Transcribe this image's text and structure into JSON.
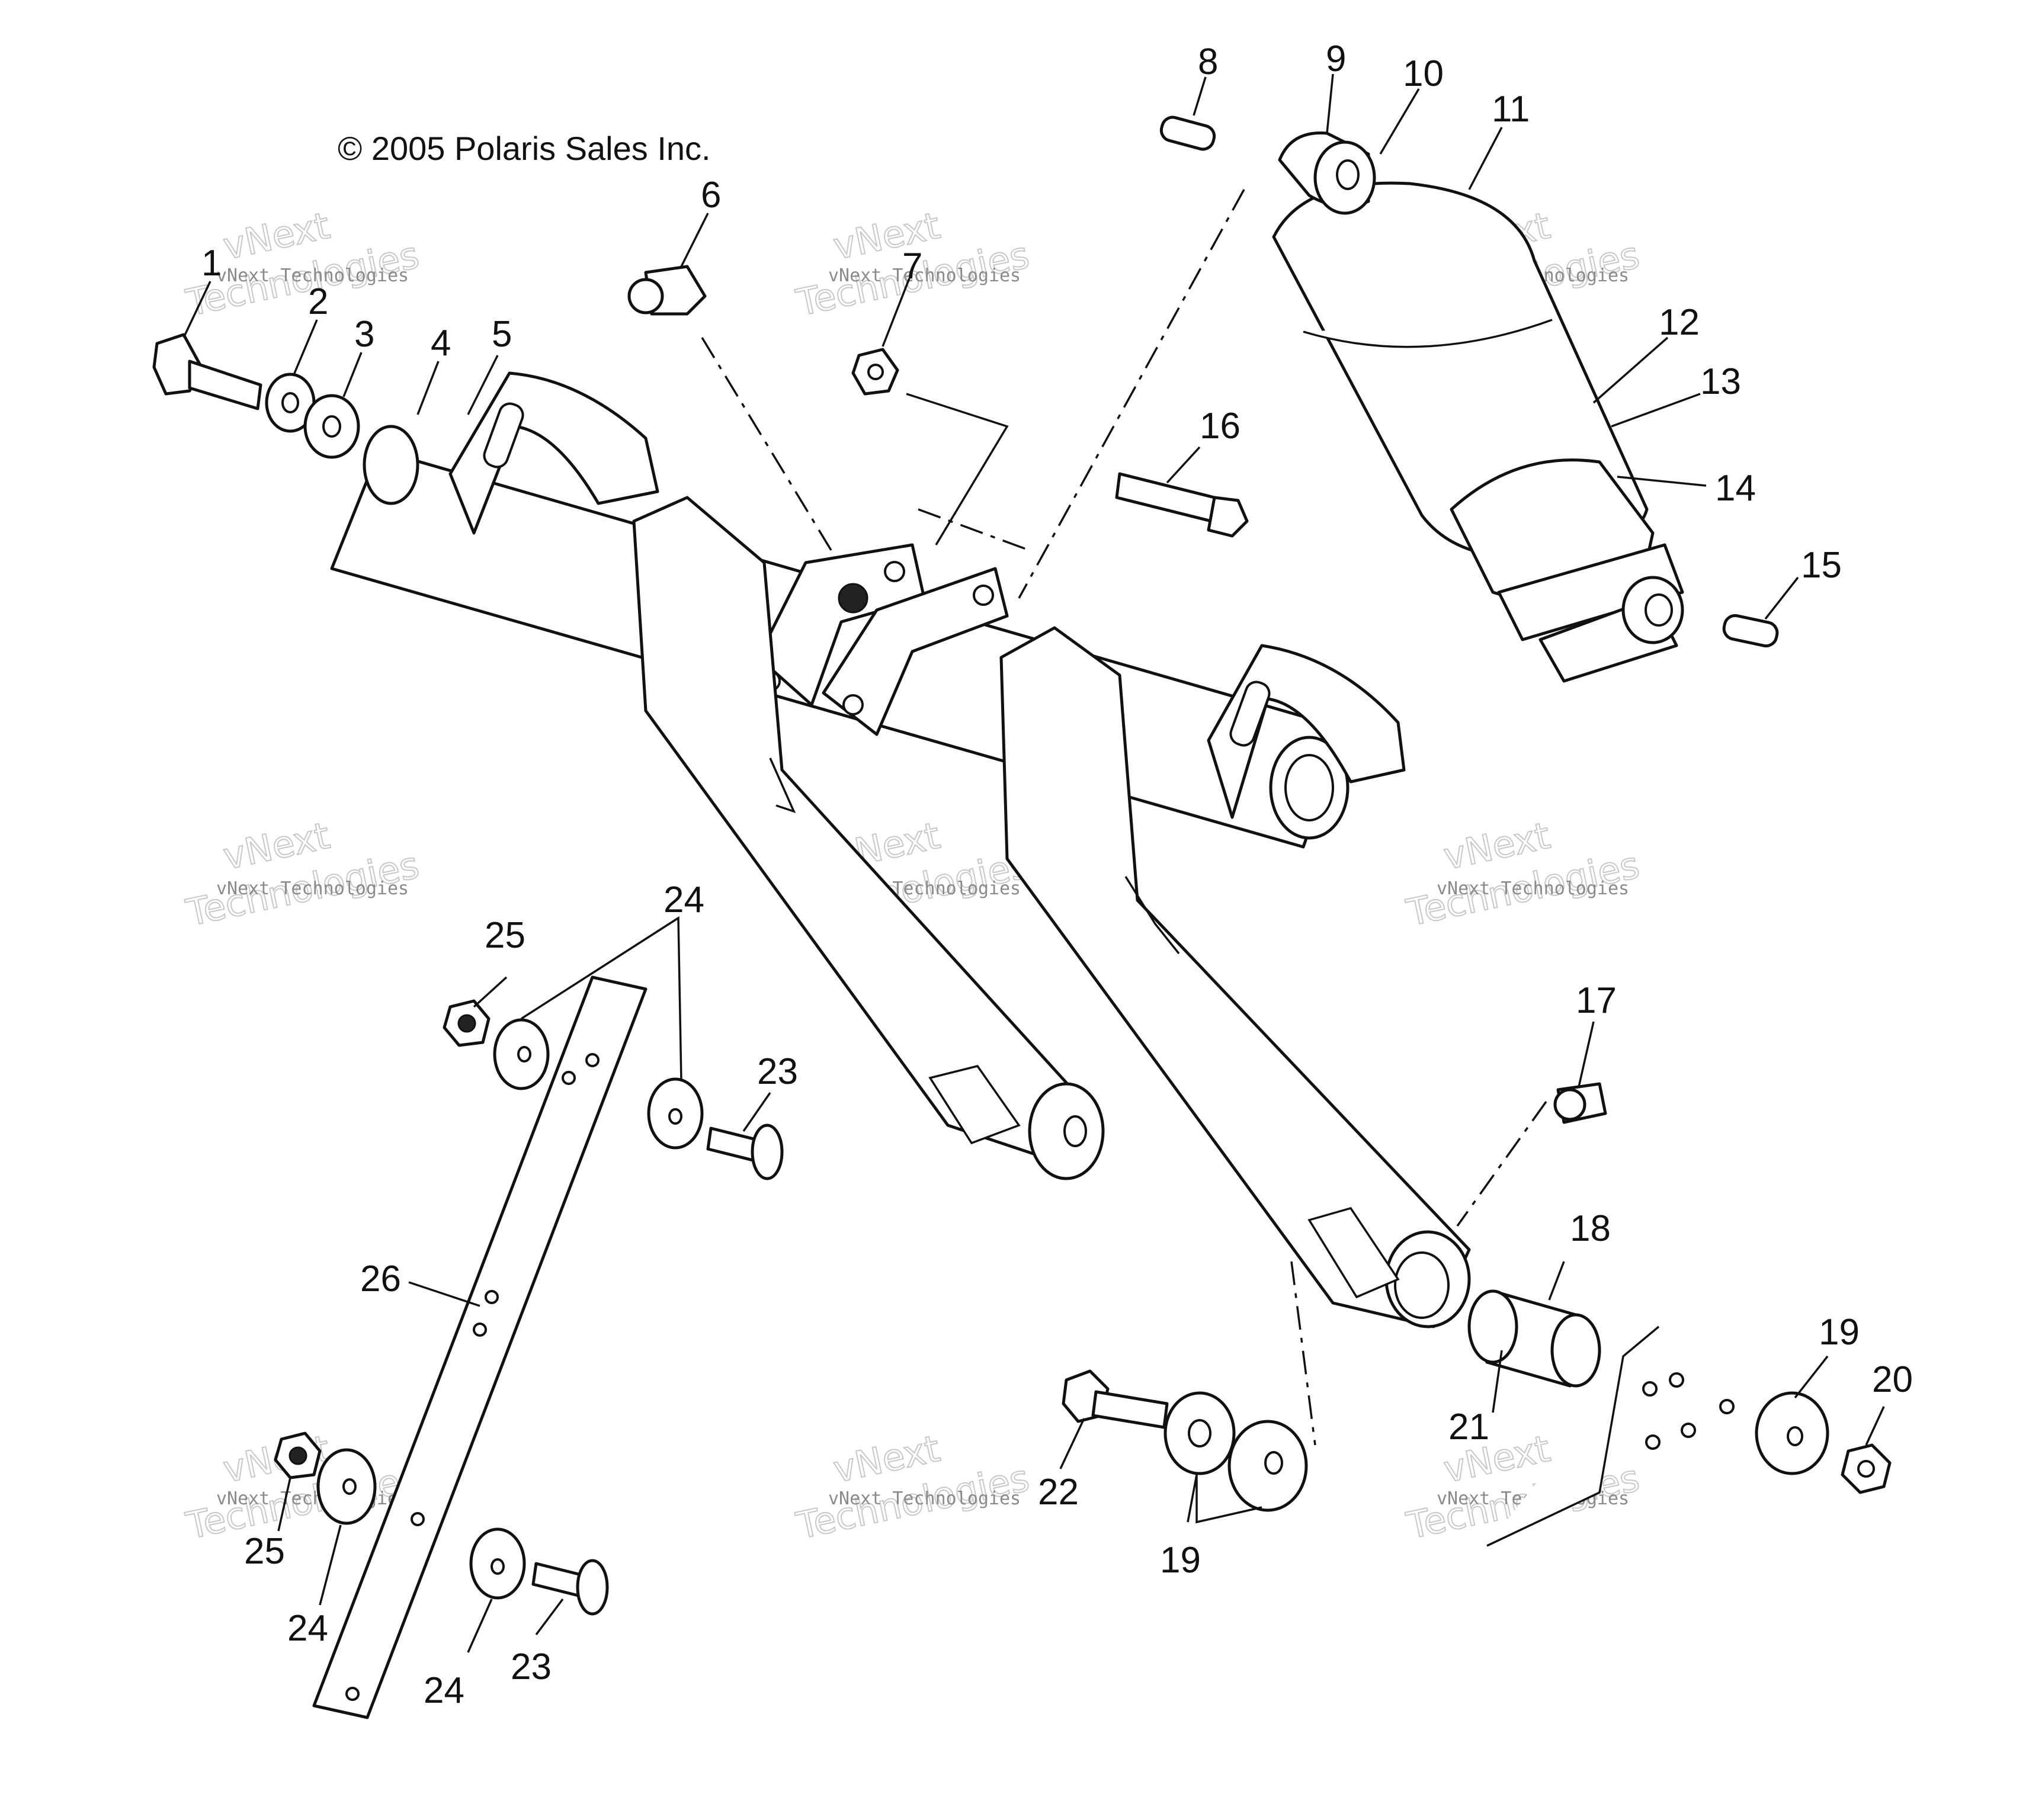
{
  "copyright": "© 2005 Polaris Sales Inc.",
  "watermark": {
    "line1": "vNext",
    "line2": "Technologies",
    "small": "vNext Technologies"
  },
  "callouts": {
    "c1": "1",
    "c2": "2",
    "c3": "3",
    "c4": "4",
    "c5": "5",
    "c6": "6",
    "c7": "7",
    "c8": "8",
    "c9": "9",
    "c10": "10",
    "c11": "11",
    "c12": "12",
    "c13": "13",
    "c14": "14",
    "c15": "15",
    "c16": "16",
    "c17": "17",
    "c18": "18",
    "c19a": "19",
    "c19b": "19",
    "c20": "20",
    "c21": "21",
    "c22": "22",
    "c23a": "23",
    "c23b": "23",
    "c24a": "24",
    "c24b": "24",
    "c24c": "24",
    "c25a": "25",
    "c25b": "25",
    "c26": "26"
  }
}
